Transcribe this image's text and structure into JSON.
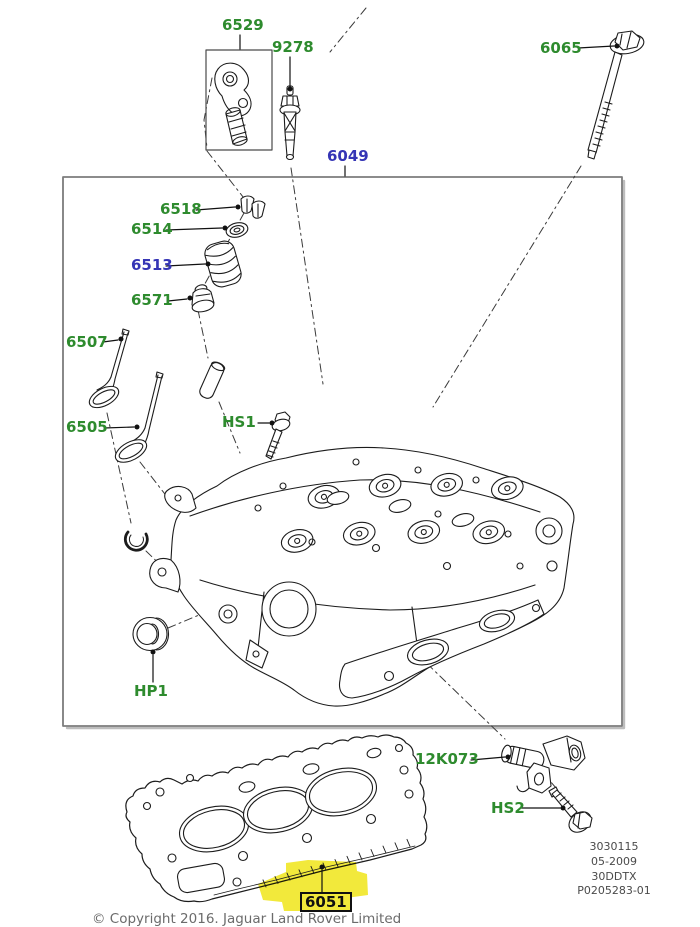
{
  "diagram_meta": {
    "description": "Exploded parts diagram, cylinder head assembly",
    "highlight_color": "#f2e93b",
    "label_green": "#2e8b2e",
    "label_blue": "#3535b5"
  },
  "callouts": {
    "c6529": {
      "label": "6529",
      "color": "green"
    },
    "c9278": {
      "label": "9278",
      "color": "green"
    },
    "c6049": {
      "label": "6049",
      "color": "blue"
    },
    "c6065": {
      "label": "6065",
      "color": "green"
    },
    "c6518": {
      "label": "6518",
      "color": "green"
    },
    "c6514": {
      "label": "6514",
      "color": "green"
    },
    "c6513": {
      "label": "6513",
      "color": "blue"
    },
    "c6571": {
      "label": "6571",
      "color": "green"
    },
    "c6507": {
      "label": "6507",
      "color": "green"
    },
    "c6505": {
      "label": "6505",
      "color": "green"
    },
    "cHS1": {
      "label": "HS1",
      "color": "green"
    },
    "cHP1": {
      "label": "HP1",
      "color": "green"
    },
    "c12K073": {
      "label": "12K073",
      "color": "green"
    },
    "cHS2": {
      "label": "HS2",
      "color": "green"
    },
    "c6051": {
      "label": "6051",
      "color": "black",
      "highlighted": true
    }
  },
  "plate": {
    "lines": [
      "3030115",
      "05-2009",
      "30DDTX",
      "P0205283-01"
    ]
  },
  "footer": {
    "copyright": "© Copyright 2016. Jaguar Land Rover Limited"
  }
}
